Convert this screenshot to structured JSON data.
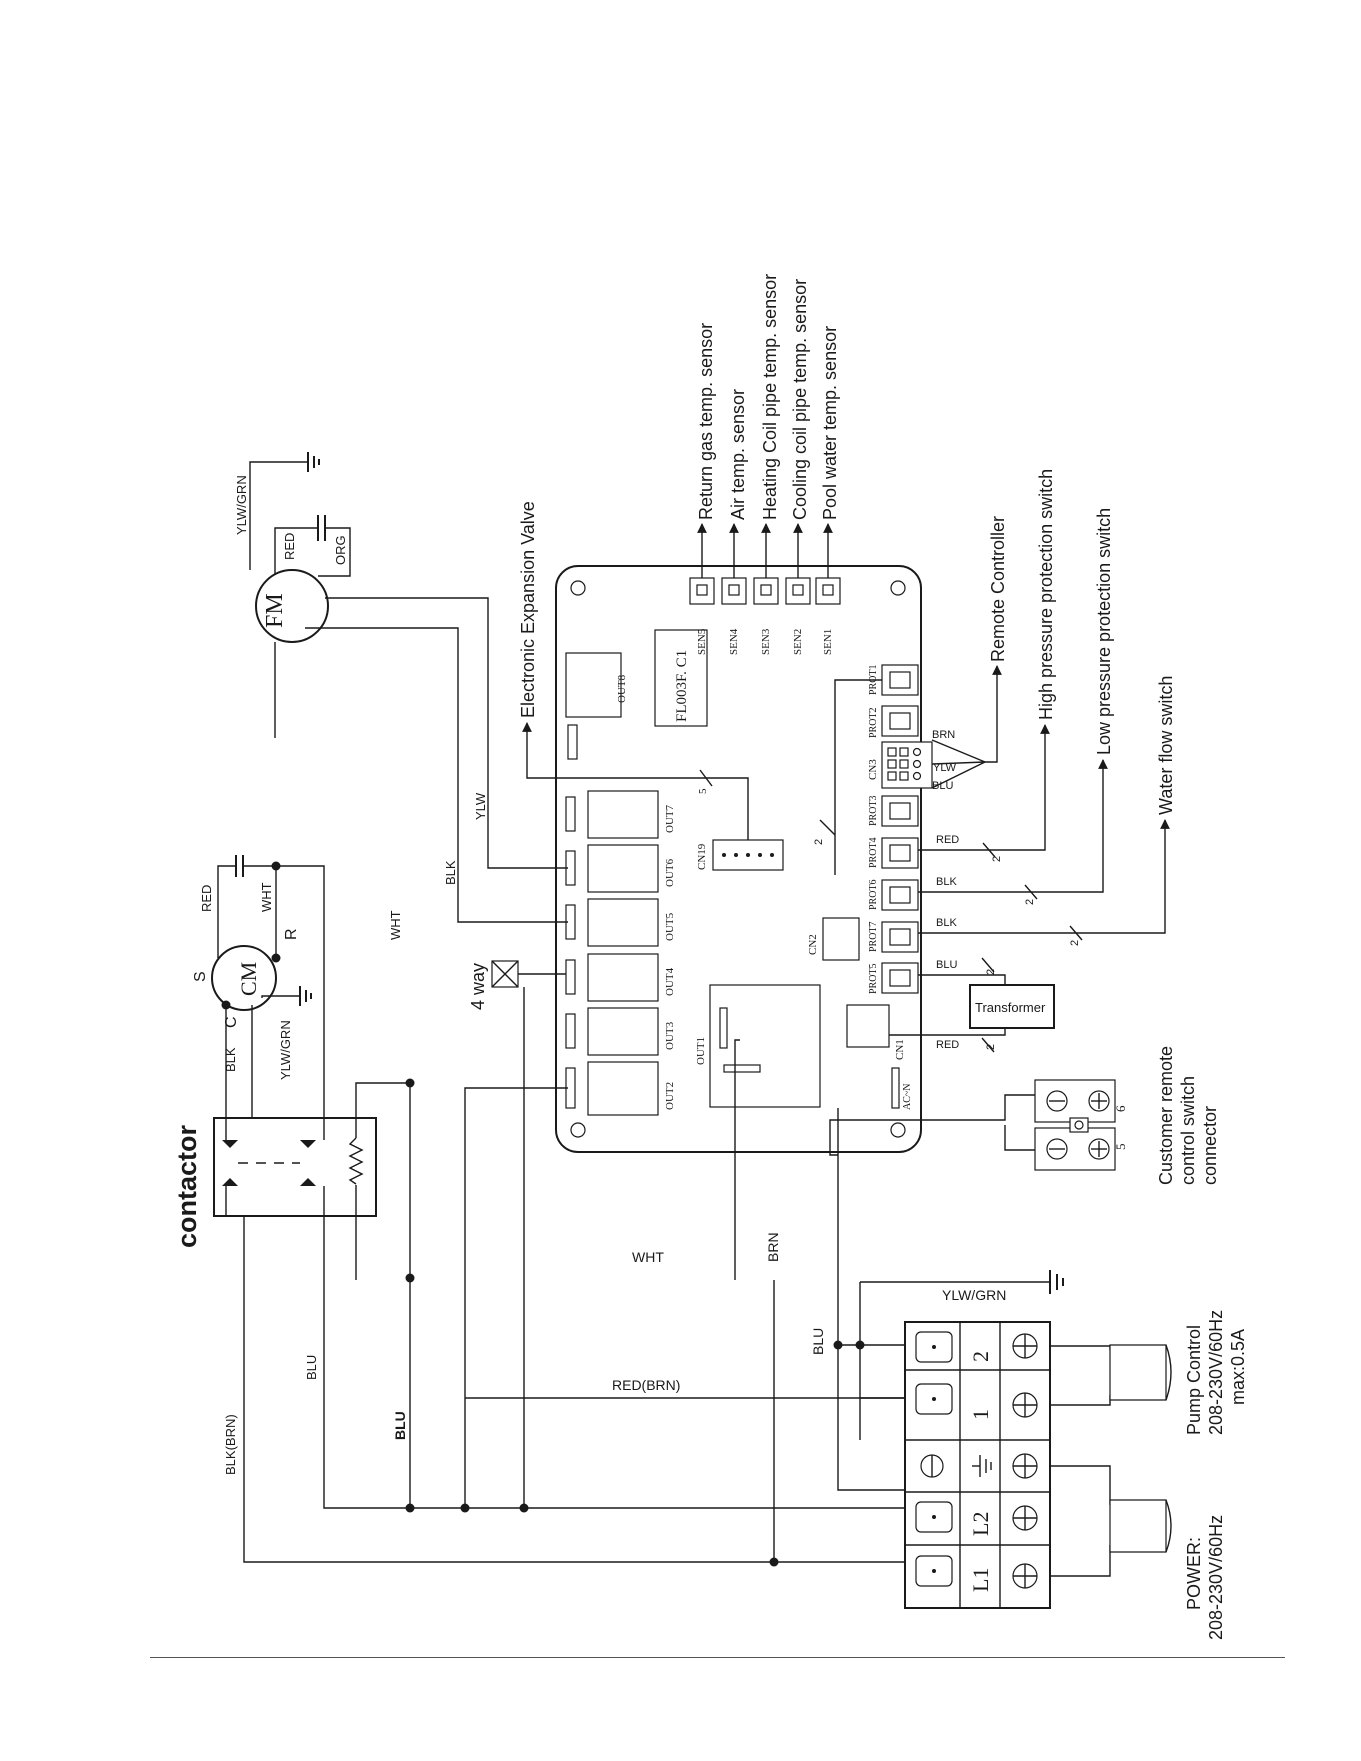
{
  "title": "contactor",
  "components": {
    "fan_motor": "FM",
    "compressor_motor": "CM",
    "compressor_terminals": {
      "c": "C",
      "s": "S",
      "r": "R"
    },
    "four_way": "4 way",
    "transformer": "Transformer",
    "board_model": "FL003F. C1",
    "outputs": [
      "OUT8",
      "OUT7",
      "OUT6",
      "OUT5",
      "OUT4",
      "OUT3",
      "OUT2",
      "OUT1"
    ],
    "sensor_ports": [
      "SEN5",
      "SEN4",
      "SEN3",
      "SEN2",
      "SEN1"
    ],
    "prot_ports": [
      "PROT1",
      "PROT2",
      "PROT3",
      "PROT4",
      "PROT6",
      "PROT7",
      "PROT5"
    ],
    "connectors": {
      "cn3": "CN3",
      "cn19": "CN19",
      "cn2": "CN2",
      "cn1": "CN1",
      "acn": "AC~N"
    },
    "terminals": [
      "L1",
      "L2",
      "1",
      "2"
    ],
    "remote_terminals": [
      "5",
      "6"
    ]
  },
  "sensors": [
    "Return gas temp. sensor",
    "Air temp. sensor",
    "Heating Coil pipe temp. sensor",
    "Cooling coil pipe temp. sensor",
    "Pool water temp. sensor"
  ],
  "external": {
    "eev": "Electronic Expansion Valve",
    "remote": "Remote Controller",
    "hp": "High pressure protection switch",
    "lp": "Low pressure protection switch",
    "wf": "Water flow switch",
    "customer": [
      "Customer remote",
      "control switch",
      "connector"
    ],
    "pump": [
      "Pump Control",
      "208-230V/60Hz",
      "max:0.5A"
    ],
    "power": [
      "POWER:",
      "208-230V/60Hz"
    ]
  },
  "wire_labels": {
    "ylw_grn": "YLW/GRN",
    "red": "RED",
    "org": "ORG",
    "wht": "WHT",
    "blk": "BLK",
    "ylw": "YLW",
    "blu": "BLU",
    "brn": "BRN",
    "blk_brn": "BLK(BRN)",
    "red_brn": "RED(BRN)",
    "wire_count_2": "2",
    "wire_count_5": "5"
  }
}
